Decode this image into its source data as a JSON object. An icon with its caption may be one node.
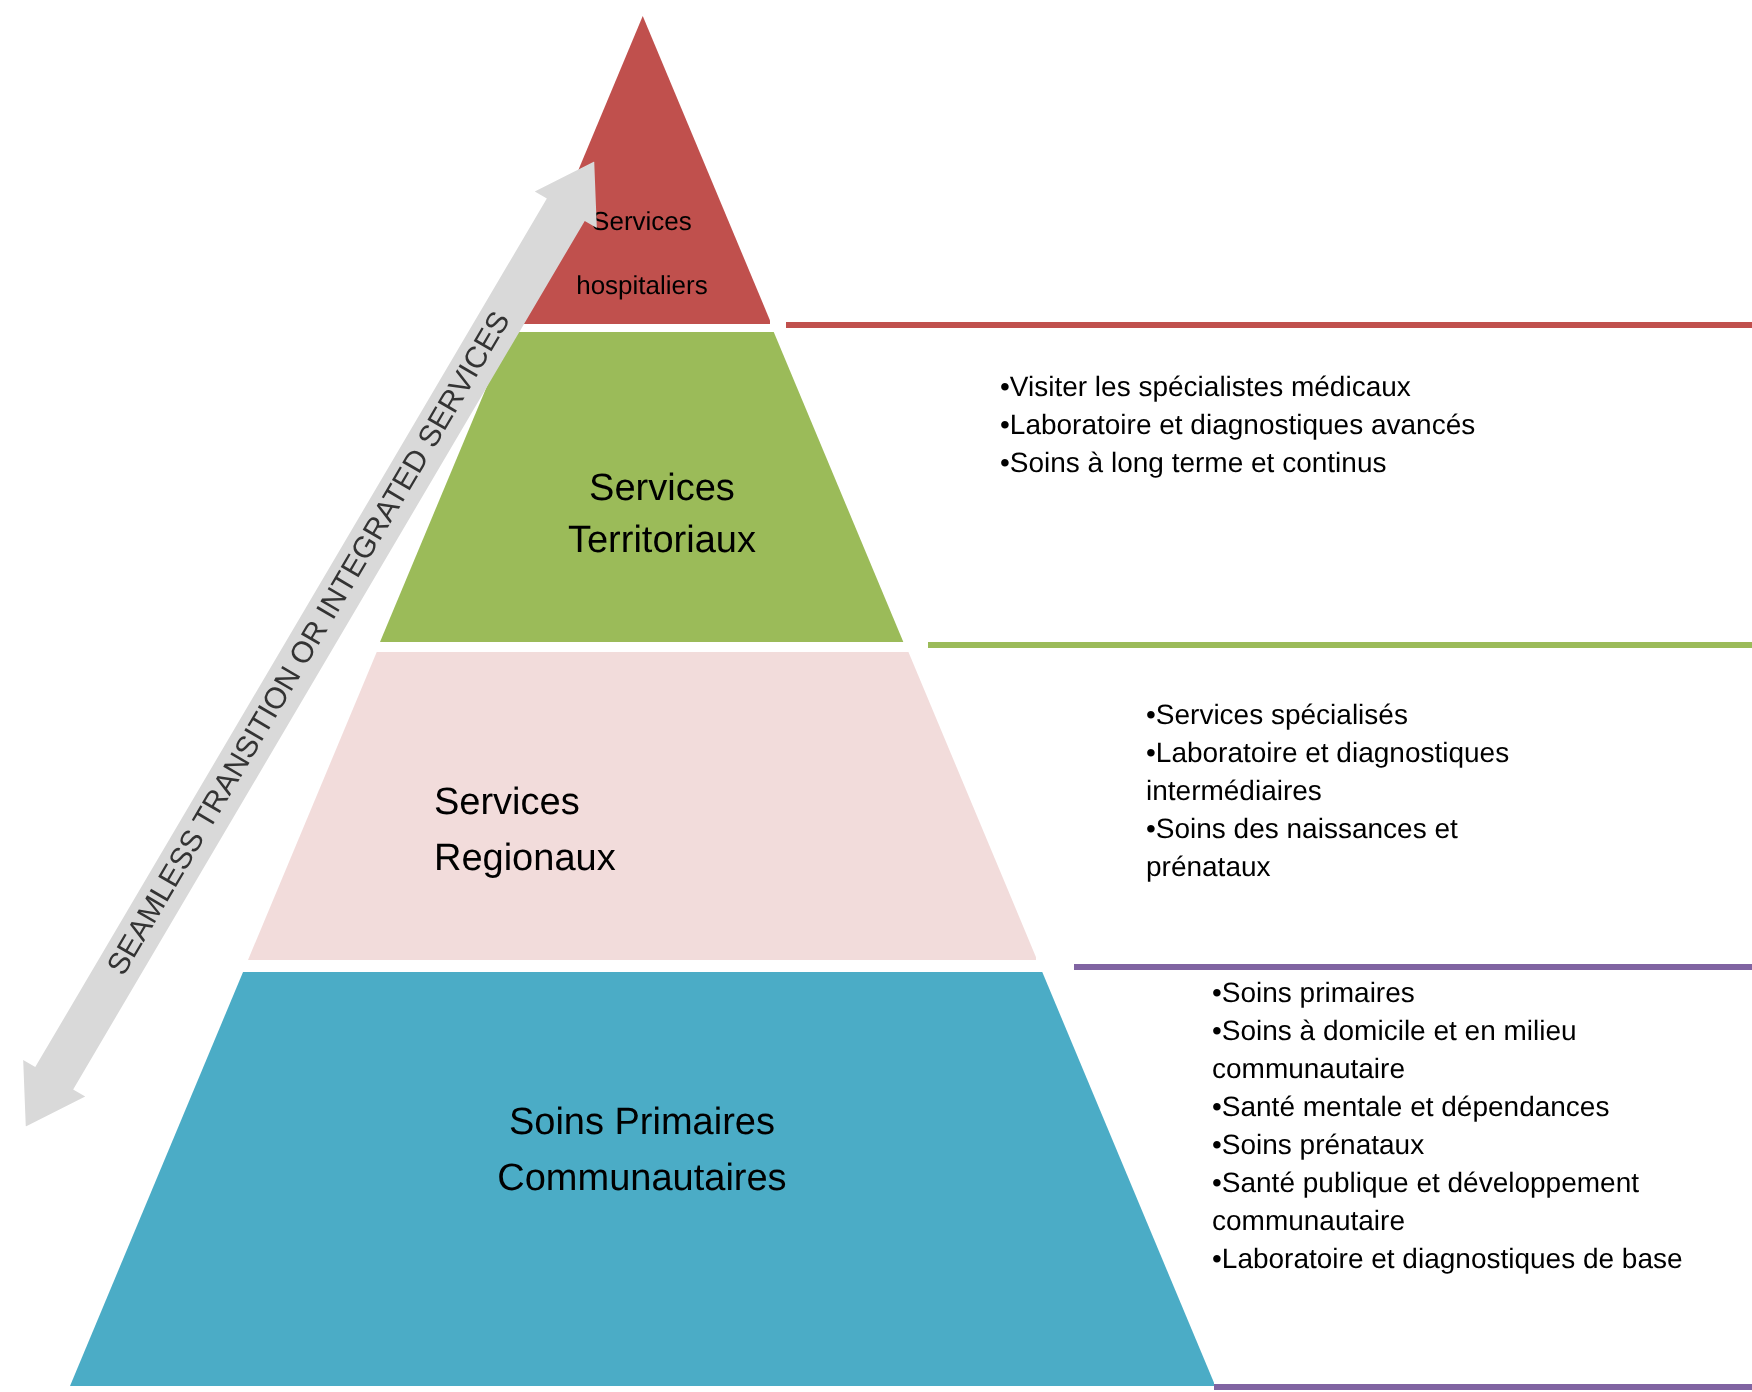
{
  "diagram": {
    "nodes": [
      {
        "text": [
          "Services hospitaliers"
        ]
      },
      {
        "text": [
          "Services Territoriaux"
        ],
        "beside": [
          "•Visiter les spécialistes médicaux",
          "•Laboratoire et diagnostiques avancés",
          "•Soins à long terme et continus"
        ]
      },
      {
        "text": [
          "Services Regionaux"
        ],
        "beside": [
          "•Services spécialisés",
          "•Laboratoire et diagnostiques intermédiaires",
          "•Soins des naissances et prénataux"
        ]
      },
      {
        "text": [
          "Soins Primaires Communautaires"
        ],
        "beside": [
          "•Soins primaires",
          "•Soins à domicile et en milieu communautaire",
          "•Santé mentale et dépendances",
          "•Soins prénataux",
          "•Santé publique et développement communautaire",
          "•Laboratoire et diagnostiques de base"
        ]
      }
    ],
    "labels": [
      "SEAMLESS TRANSITION OR INTEGRATED SERVICES"
    ]
  }
}
